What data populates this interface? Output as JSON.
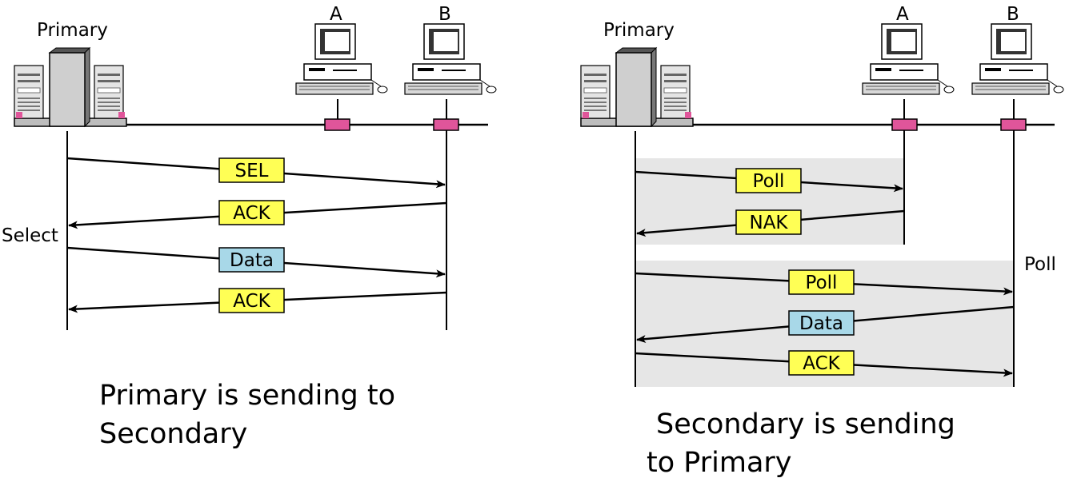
{
  "left": {
    "primary_label": "Primary",
    "station_a_label": "A",
    "station_b_label": "B",
    "phase_label": "Select",
    "frames": [
      {
        "text": "SEL",
        "type": "control",
        "direction": "primary-to-b"
      },
      {
        "text": "ACK",
        "type": "control",
        "direction": "b-to-primary"
      },
      {
        "text": "Data",
        "type": "data",
        "direction": "primary-to-b"
      },
      {
        "text": "ACK",
        "type": "control",
        "direction": "b-to-primary"
      }
    ],
    "caption_line1": "Primary is sending to",
    "caption_line2": "Secondary"
  },
  "right": {
    "primary_label": "Primary",
    "station_a_label": "A",
    "station_b_label": "B",
    "phase_label": "Poll",
    "frames": [
      {
        "text": "Poll",
        "type": "control",
        "direction": "primary-to-a"
      },
      {
        "text": "NAK",
        "type": "control",
        "direction": "a-to-primary"
      },
      {
        "text": "Poll",
        "type": "control",
        "direction": "primary-to-b"
      },
      {
        "text": "Data",
        "type": "data",
        "direction": "b-to-primary"
      },
      {
        "text": "ACK",
        "type": "control",
        "direction": "primary-to-b"
      }
    ],
    "caption_line1": "Secondary is sending",
    "caption_line2": "to Primary"
  },
  "colors": {
    "control_frame": "#ffff55",
    "data_frame": "#a8d8e8",
    "tap": "#e0559a",
    "shade": "#e6e6e6",
    "server_body": "#d0d0d0"
  }
}
